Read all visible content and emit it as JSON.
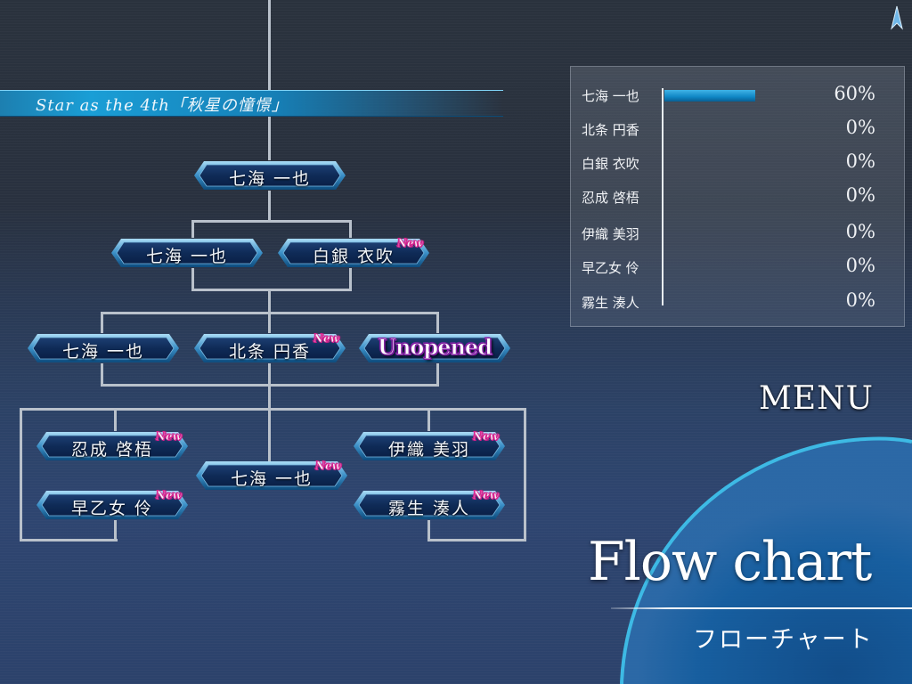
{
  "route_title": "Star as the 4th「秋星の憧憬」",
  "nodes": [
    {
      "id": "n1",
      "label": "七海 一也",
      "badge": ""
    },
    {
      "id": "n2a",
      "label": "七海 一也",
      "badge": ""
    },
    {
      "id": "n2b",
      "label": "白銀 衣吹",
      "badge": "New"
    },
    {
      "id": "n3a",
      "label": "七海 一也",
      "badge": ""
    },
    {
      "id": "n3b",
      "label": "北条 円香",
      "badge": "New"
    },
    {
      "id": "n3c",
      "label": "Unopened",
      "badge": ""
    },
    {
      "id": "n4a",
      "label": "忍成 啓梧",
      "badge": "New"
    },
    {
      "id": "n4b",
      "label": "早乙女 伶",
      "badge": "New"
    },
    {
      "id": "n4c",
      "label": "七海 一也",
      "badge": "New"
    },
    {
      "id": "n4d",
      "label": "伊織 美羽",
      "badge": "New"
    },
    {
      "id": "n4e",
      "label": "霧生 湊人",
      "badge": "New"
    }
  ],
  "stats": [
    {
      "name": "七海 一也",
      "percent_label": "60%",
      "value": 60
    },
    {
      "name": "北条 円香",
      "percent_label": "0%",
      "value": 0
    },
    {
      "name": "白銀 衣吹",
      "percent_label": "0%",
      "value": 0
    },
    {
      "name": "忍成 啓梧",
      "percent_label": "0%",
      "value": 0
    },
    {
      "name": "伊織 美羽",
      "percent_label": "0%",
      "value": 0
    },
    {
      "name": "早乙女 伶",
      "percent_label": "0%",
      "value": 0
    },
    {
      "name": "霧生 湊人",
      "percent_label": "0%",
      "value": 0
    }
  ],
  "menu_label": "MENU",
  "title": "Flow chart",
  "subtitle": "フローチャート",
  "icons": {
    "scroll_up": "scroll-up-arrow-icon"
  },
  "colors": {
    "accent": "#1a9ed6",
    "badge_outline": "#d8208d",
    "locked_text": "#8a22ad"
  }
}
